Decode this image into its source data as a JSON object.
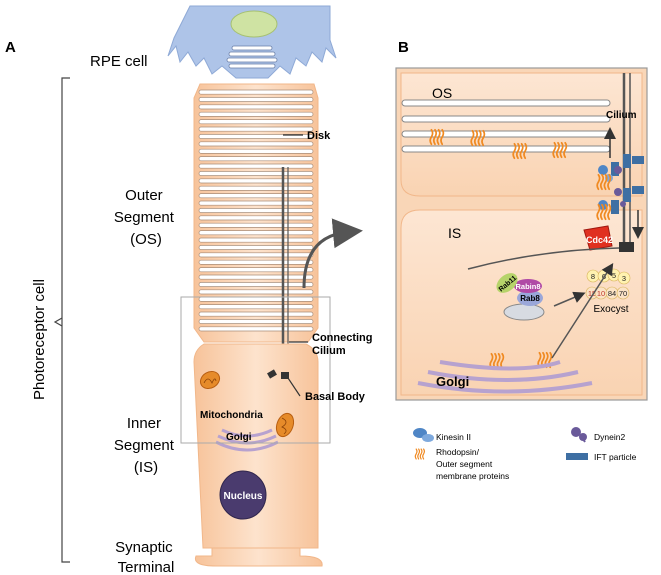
{
  "panels": {
    "a": "A",
    "b": "B"
  },
  "panel_a": {
    "side_label": "Photoreceptor cell",
    "rpe": "RPE cell",
    "outer_segment": [
      "Outer",
      "Segment",
      "(OS)"
    ],
    "inner_segment": [
      "Inner",
      "Segment",
      "(IS)"
    ],
    "synaptic_terminal": [
      "Synaptic",
      "Terminal"
    ],
    "disk": "Disk",
    "connecting_cilium": [
      "Connecting",
      "Cilium"
    ],
    "basal_body": "Basal Body",
    "mitochondria": "Mitochondria",
    "golgi": "Golgi",
    "nucleus": "Nucleus"
  },
  "panel_b": {
    "os": "OS",
    "is": "IS",
    "cilium": "Cilium",
    "cdc42": "Cdc42",
    "rab11": "Rab11",
    "rabin8": "Rabin8",
    "rab8": "Rab8",
    "exocyst_numbers": [
      "8",
      "6",
      "5",
      "3",
      "15",
      "10",
      "84",
      "70"
    ],
    "exocyst": "Exocyst",
    "golgi": "Golgi"
  },
  "legend": {
    "kinesin": "Kinesin II",
    "dynein": "Dynein2",
    "rhodopsin": [
      "Rhodopsin/",
      "Outer segment",
      "membrane proteins"
    ],
    "ift": "IFT particle"
  },
  "colors": {
    "cell_fill": "#fbd9bd",
    "cell_stroke": "#f1b78a",
    "rpe_fill": "#aec4e8",
    "rpe_nucleus": "#cfe3a3",
    "nucleus": "#4a3b6e",
    "golgi": "#b7a2cf",
    "rhodopsin": "#f08a22",
    "kinesin": "#4f86c6",
    "dynein": "#6a5a9a",
    "ift": "#3e6fa3",
    "cdc42": "#e03020",
    "rab11": "#b6d36a",
    "rabin8": "#b04aa6",
    "rab8": "#9aa7d9"
  }
}
